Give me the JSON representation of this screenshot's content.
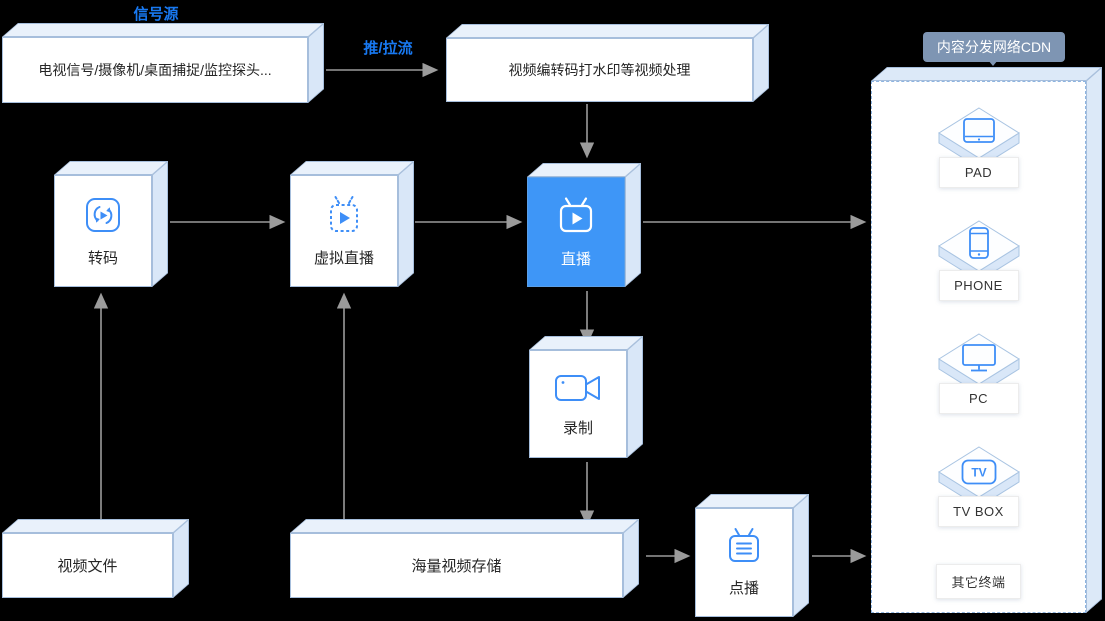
{
  "labels": {
    "signal_source_group": "信号源",
    "push_pull_stream": "推/拉流"
  },
  "nodes": {
    "signal": {
      "label": "电视信号/摄像机/桌面捕捉/监控探头..."
    },
    "processing": {
      "label": "视频编转码打水印等视频处理"
    },
    "transcode": {
      "label": "转码",
      "icon": "transcode-icon"
    },
    "virtual_live": {
      "label": "虚拟直播",
      "icon": "virtual-live-icon"
    },
    "live": {
      "label": "直播",
      "icon": "live-tv-icon"
    },
    "record": {
      "label": "录制",
      "icon": "camcorder-icon"
    },
    "video_file": {
      "label": "视频文件"
    },
    "storage": {
      "label": "海量视频存储"
    },
    "vod": {
      "label": "点播",
      "icon": "vod-tv-icon"
    }
  },
  "cdn": {
    "title": "内容分发网络CDN",
    "terminals": [
      {
        "label": "PAD",
        "icon": "tablet-icon"
      },
      {
        "label": "PHONE",
        "icon": "smartphone-icon"
      },
      {
        "label": "PC",
        "icon": "monitor-icon"
      },
      {
        "label": "TV BOX",
        "icon": "tv-icon",
        "icon_text": "TV"
      },
      {
        "label": "其它终端",
        "icon": ""
      }
    ]
  },
  "colors": {
    "background": "#000000",
    "accent_blue_text": "#1879F2",
    "live_box_blue": "#3E96F7",
    "icon_blue": "#3E8EF7",
    "box_border": "#A6BEDC",
    "box_top_face": "#E9F1FB",
    "box_side_face": "#D9E7F8",
    "cdn_badge": "#7E95B3",
    "arrow_gray": "#9B9B9B"
  }
}
